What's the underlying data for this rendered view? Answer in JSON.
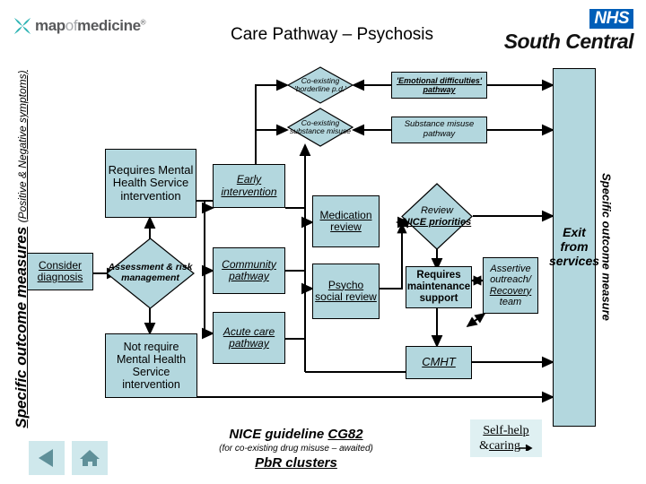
{
  "header": {
    "logo": {
      "word1": "map",
      "word2": "of",
      "word3": "medicine",
      "registered": "®",
      "icon": "map-of-medicine-star-icon"
    },
    "title": "Care Pathway – Psychosis",
    "nhs_badge": "NHS",
    "nhs_region": "South Central"
  },
  "axes": {
    "left_main": "Specific outcome measures",
    "left_sub": "(Positive & Negative symptoms)",
    "right": "Specific outcome measure"
  },
  "nodes": {
    "co_borderline": "Co-existing 'borderline p.d.'",
    "emotional_pathway": "'Emotional difficulties' pathway",
    "co_substance": "Co-existing substance misuse",
    "substance_pathway": "Substance misuse pathway",
    "requires_mhs": "Requires Mental Health Service intervention",
    "early_intervention": "Early intervention",
    "medication_review": "Medication review",
    "review_nice_l1": "Review",
    "review_nice_l2": "NICE priorities",
    "exit_services": "Exit from services",
    "consider_diagnosis": "Consider diagnosis",
    "assessment_risk": "Assessment & risk management",
    "community_pathway": "Community pathway",
    "psycho_social_review": "Psycho social review",
    "requires_maintenance": "Requires maintenance support",
    "assertive_outreach_l1": "Assertive outreach/",
    "assertive_outreach_l2": "Recovery",
    "assertive_outreach_l3": "team",
    "acute_care_pathway": "Acute care pathway",
    "cmht": "CMHT",
    "not_require_mhs": "Not require Mental Health Service intervention"
  },
  "footer": {
    "guideline_prefix": "NICE guideline ",
    "guideline_code": "CG82",
    "note": "(for co-existing drug misuse – awaited)",
    "pbr": "Pb​R clusters",
    "selfhelp_line1": "Self-help",
    "selfhelp_amp": "& ",
    "selfhelp_line2": "caring"
  },
  "nav": {
    "back_label": "back-arrow",
    "home_label": "home"
  },
  "colors": {
    "node_fill": "#b3d7de",
    "nhs_blue": "#005eb8",
    "logo_teal": "#2bb3b3",
    "nav_fill": "#cfe8ec"
  }
}
